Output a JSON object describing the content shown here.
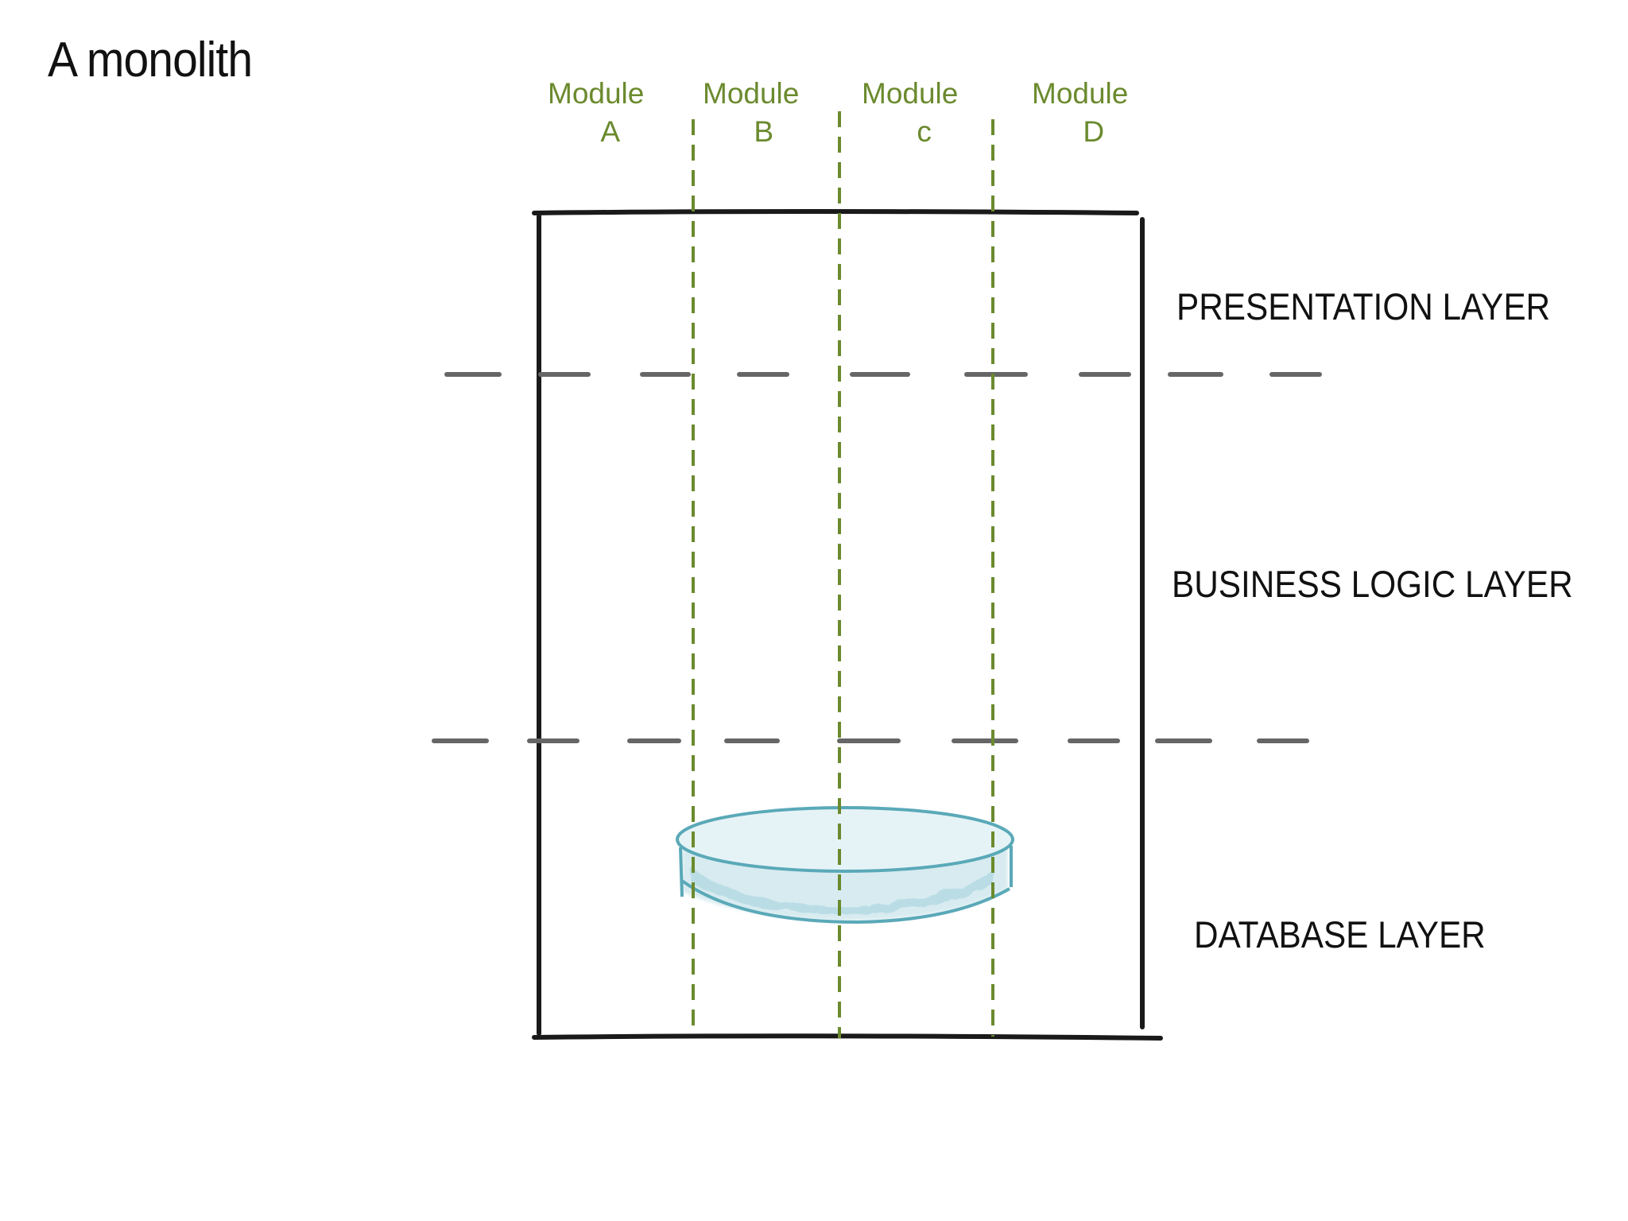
{
  "title": "A monolith",
  "modules": [
    {
      "name": "Module",
      "letter": "A"
    },
    {
      "name": "Module",
      "letter": "B"
    },
    {
      "name": "Module",
      "letter": "c"
    },
    {
      "name": "Module",
      "letter": "D"
    }
  ],
  "layers": {
    "presentation": "PRESENTATION LAYER",
    "business_logic": "BUSINESS LOGIC LAYER",
    "database": "DATABASE LAYER"
  },
  "colors": {
    "outline": "#1a1a1a",
    "module_divider": "#6b8a2e",
    "layer_divider": "#666666",
    "database_stroke": "#5aa9b8",
    "database_fill": "#a8d4de"
  },
  "icons": {
    "database": "database-cylinder-icon"
  }
}
